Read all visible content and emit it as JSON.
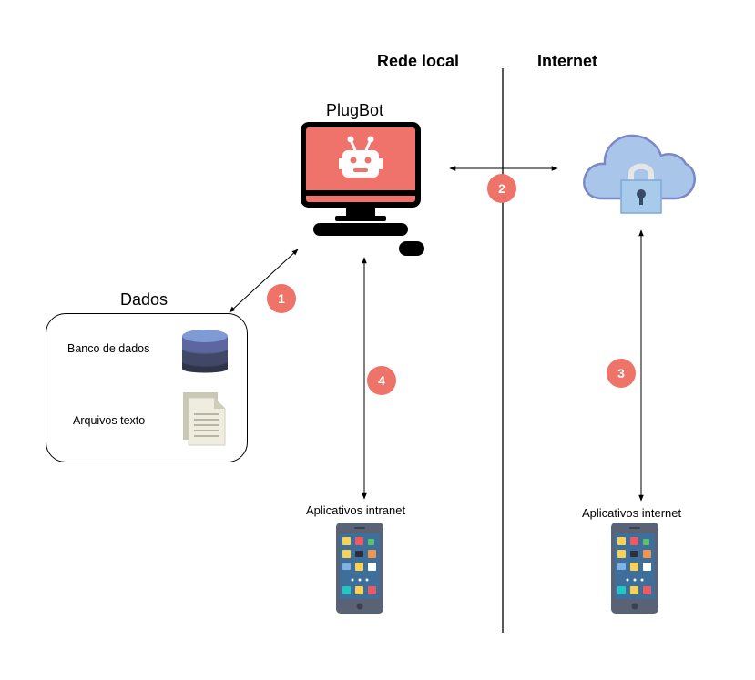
{
  "zones": {
    "local": "Rede local",
    "internet": "Internet"
  },
  "nodes": {
    "plugbot": "PlugBot",
    "dados": "Dados",
    "banco": "Banco de dados",
    "arquivos": "Arquivos texto",
    "intranet_apps": "Aplicativos intranet",
    "internet_apps": "Aplicativos internet"
  },
  "steps": [
    "1",
    "2",
    "3",
    "4"
  ],
  "colors": {
    "badge": "#ee7369",
    "screen": "#f0736b",
    "cloud": "#a9c6ea",
    "lock": "#a8cbec"
  },
  "icons": [
    "monitor-robot-icon",
    "cloud-lock-icon",
    "database-icon",
    "document-icon",
    "smartphone-icon"
  ]
}
